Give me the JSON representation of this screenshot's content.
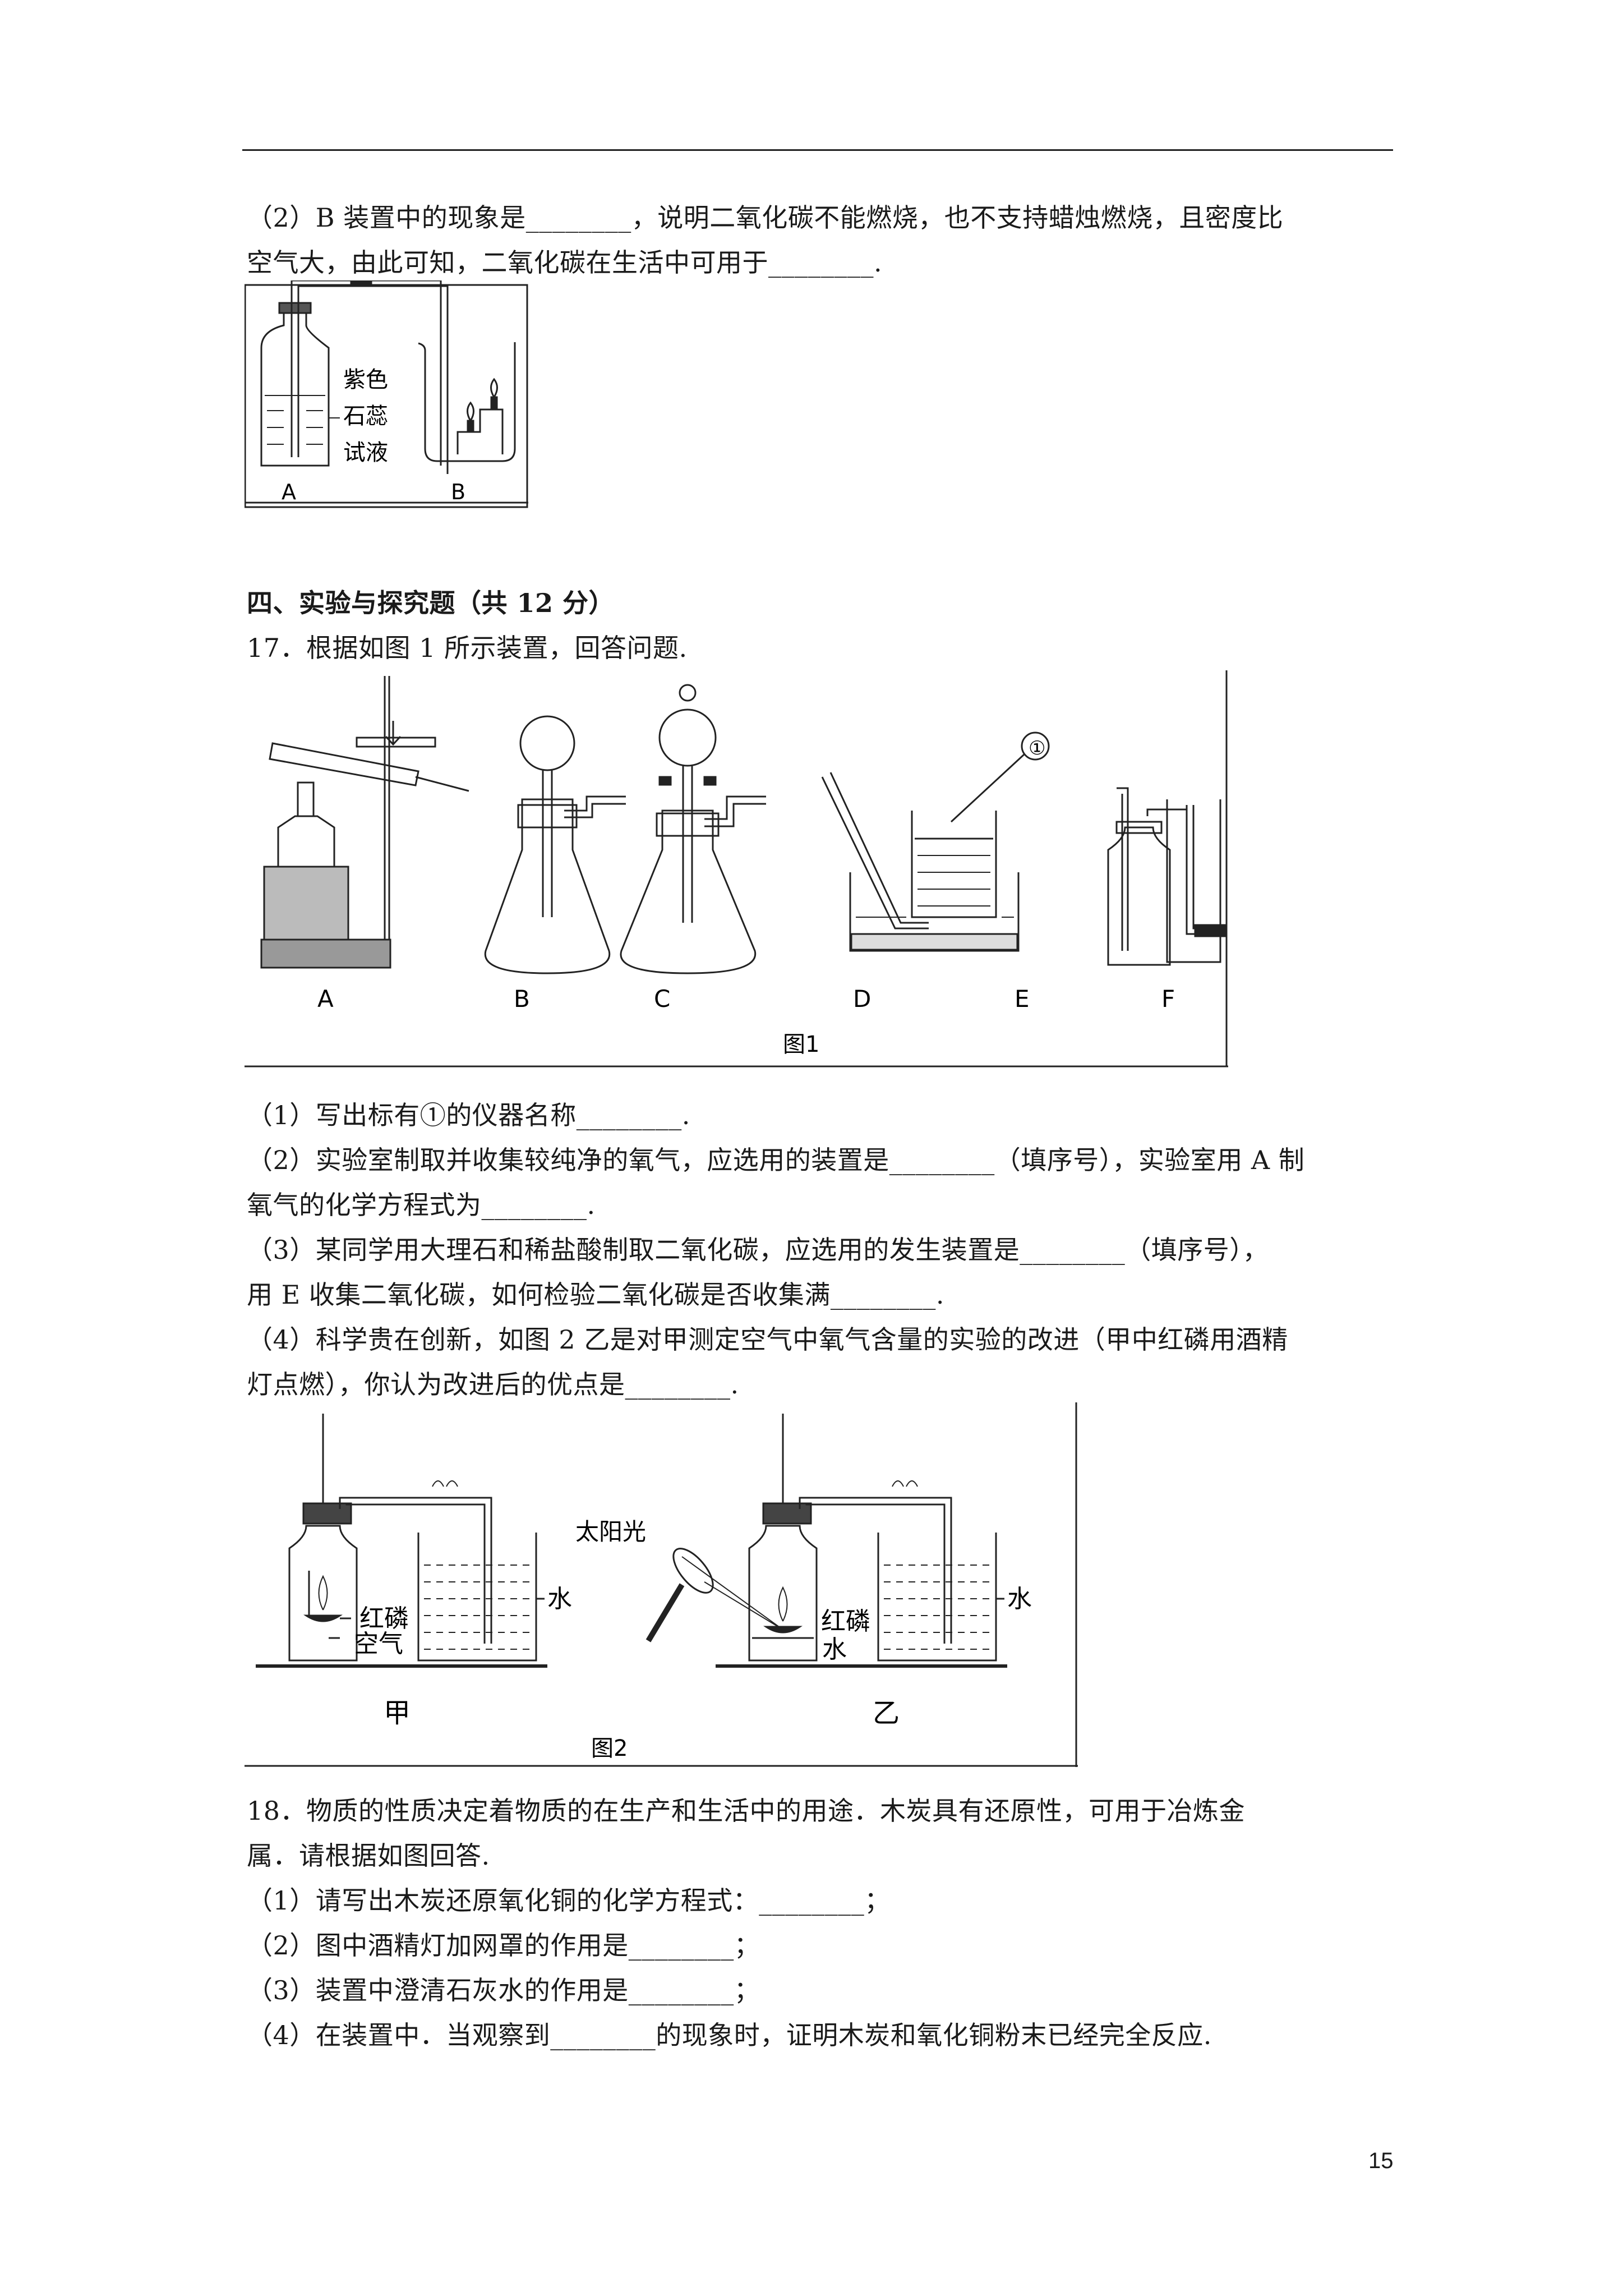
{
  "q16": {
    "part2_line1": "（2）B 装置中的现象是________，说明二氧化碳不能燃烧，也不支持蜡烛燃烧，且密度比",
    "part2_line2": "空气大，由此可知，二氧化碳在生活中可用于________."
  },
  "fig_ab": {
    "liquid_label_1": "紫色",
    "liquid_label_2": "石蕊",
    "liquid_label_3": "试液",
    "label_a": "A",
    "label_b": "B"
  },
  "section4": {
    "heading": "四、实验与探究题（共 12 分）"
  },
  "q17": {
    "stem": "17．根据如图 1 所示装置，回答问题.",
    "p1": "（1）写出标有①的仪器名称________.",
    "p2_line1": "（2）实验室制取并收集较纯净的氧气，应选用的装置是________（填序号），实验室用 A 制",
    "p2_line2": "氧气的化学方程式为________.",
    "p3_line1": "（3）某同学用大理石和稀盐酸制取二氧化碳，应选用的发生装置是________（填序号），",
    "p3_line2": "用 E 收集二氧化碳，如何检验二氧化碳是否收集满________.",
    "p4_line1": "（4）科学贵在创新，如图 2 乙是对甲测定空气中氧气含量的实验的改进（甲中红磷用酒精",
    "p4_line2": "灯点燃），你认为改进后的优点是________."
  },
  "fig1": {
    "caption": "图1",
    "marker": "①",
    "labels": [
      "A",
      "B",
      "C",
      "D",
      "E",
      "F"
    ]
  },
  "fig2": {
    "caption": "图2",
    "jia": "甲",
    "yi": "乙",
    "red_p": "红磷",
    "air": "空气",
    "water": "水",
    "sunlight": "太阳光"
  },
  "q18": {
    "stem_line1": "18．物质的性质决定着物质的在生产和生活中的用途．木炭具有还原性，可用于冶炼金",
    "stem_line2": "属．请根据如图回答.",
    "p1": "（1）请写出木炭还原氧化铜的化学方程式：________；",
    "p2": "（2）图中酒精灯加网罩的作用是________；",
    "p3": "（3）装置中澄清石灰水的作用是________；",
    "p4": "（4）在装置中．当观察到________的现象时，证明木炭和氧化铜粉末已经完全反应."
  },
  "page_number": "15"
}
